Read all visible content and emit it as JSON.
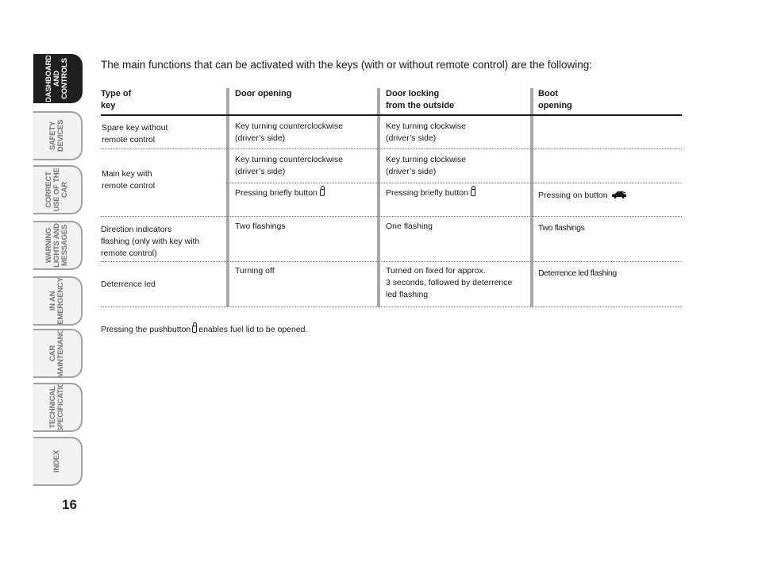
{
  "side_tabs": [
    {
      "label": "DASHBOARD AND CONTROLS",
      "active": true
    },
    {
      "label": "SAFETY DEVICES",
      "active": false
    },
    {
      "label": "CORRECT USE OF THE CAR",
      "active": false
    },
    {
      "label": "WARNING LIGHTS AND MESSAGES",
      "active": false
    },
    {
      "label": "IN AN EMERGENCY",
      "active": false
    },
    {
      "label": "CAR MAINTENANCE",
      "active": false
    },
    {
      "label": "TECHNICAL SPECIFICATIONS",
      "active": false
    },
    {
      "label": "INDEX",
      "active": false
    }
  ],
  "page_number": "16",
  "intro": "The main functions that can be activated with the keys (with or without remote control) are the following:",
  "table": {
    "headers": {
      "type_line1": "Type of",
      "type_line2": "key",
      "door_opening": "Door opening",
      "door_locking_line1": "Door locking",
      "door_locking_line2": "from the outside",
      "boot_line1": "Boot",
      "boot_line2": "opening"
    },
    "rows": {
      "spare_key": {
        "type_line1": "Spare key without",
        "type_line2": "remote control",
        "opening_line1": "Key turning counterclockwise",
        "opening_line2": "(driver’s side)",
        "locking_line1": "Key turning clockwise",
        "locking_line2": "(driver’s side)"
      },
      "main_key": {
        "type_line1": "Main key with",
        "type_line2": "remote control",
        "opening_a_line1": "Key turning counterclockwise",
        "opening_a_line2": "(driver’s side)",
        "locking_a_line1": "Key turning clockwise",
        "locking_a_line2": "(driver’s side)",
        "opening_b": "Pressing briefly button",
        "locking_b": "Pressing briefly button",
        "boot_b": "Pressing on button"
      },
      "direction_indicators": {
        "type_line1": "Direction indicators",
        "type_line2": "flashing (only with key with",
        "type_line3": "remote control)",
        "opening": "Two flashings",
        "locking": "One flashing",
        "boot": "Two flashings"
      },
      "deterrence_led": {
        "type": "Deterrence led",
        "opening": "Turning off",
        "locking_line1": "Turned on fixed for approx.",
        "locking_line2": "3 seconds, followed by deterrence",
        "locking_line3": "led flashing",
        "boot": "Deterrence led flashing"
      }
    }
  },
  "footnote": {
    "before_icon": "Pressing the pushbutton",
    "after_icon": "enables fuel lid to be opened."
  },
  "icons": {
    "unlock_button": "padlock-icon",
    "boot_button": "car-boot-icon"
  }
}
